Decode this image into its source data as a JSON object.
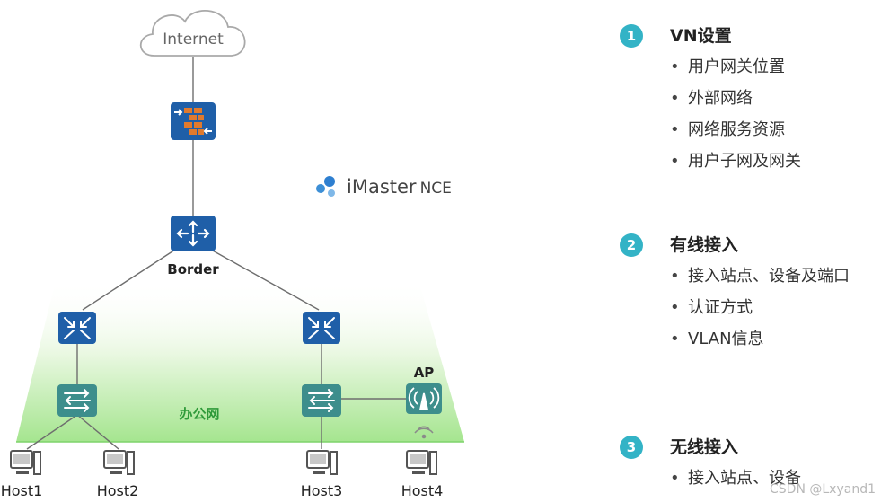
{
  "diagram": {
    "internet_label": "Internet",
    "border_label": "Border",
    "ap_label": "AP",
    "network_label": "办公网",
    "hosts": [
      "Host1",
      "Host2",
      "Host3",
      "Host4"
    ]
  },
  "brand": {
    "name": "iMaster",
    "suffix": "NCE"
  },
  "steps": [
    {
      "number": "1",
      "title": "VN设置",
      "items": [
        "用户网关位置",
        "外部网络",
        "网络服务资源",
        "用户子网及网关"
      ]
    },
    {
      "number": "2",
      "title": "有线接入",
      "items": [
        "接入站点、设备及端口",
        "认证方式",
        "VLAN信息"
      ]
    },
    {
      "number": "3",
      "title": "无线接入",
      "items": [
        "接入站点、设备"
      ]
    }
  ],
  "watermark": "CSDN @Lxyand1",
  "colors": {
    "device_blue": "#1f5fa8",
    "switch_teal": "#3d8e8c",
    "step_badge": "#33b3c6",
    "zone_green": "#9ee08a"
  }
}
